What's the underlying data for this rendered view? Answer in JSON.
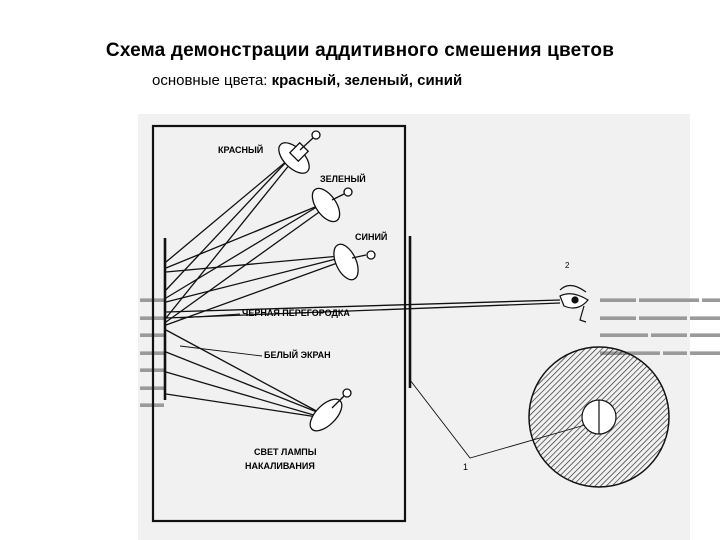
{
  "header": {
    "title": "Схема демонстрации аддитивного смешения цветов",
    "subtitle_prefix": "основные цвета: ",
    "subtitle_colors": "красный, зеленый, синий"
  },
  "diagram": {
    "lamp_red": "КРАСНЫЙ",
    "lamp_green": "ЗЕЛЕНЫЙ",
    "lamp_blue": "СИНИЙ",
    "black_partition": "ЧЕРНАЯ ПЕРЕГОРОДКА",
    "white_screen": "БЕЛЫЙ ЭКРАН",
    "white_light_line1": "СВЕТ ЛАМПЫ",
    "white_light_line2": "НАКАЛИВАНИЯ",
    "eye_marker": "2",
    "disk_marker": "1"
  }
}
